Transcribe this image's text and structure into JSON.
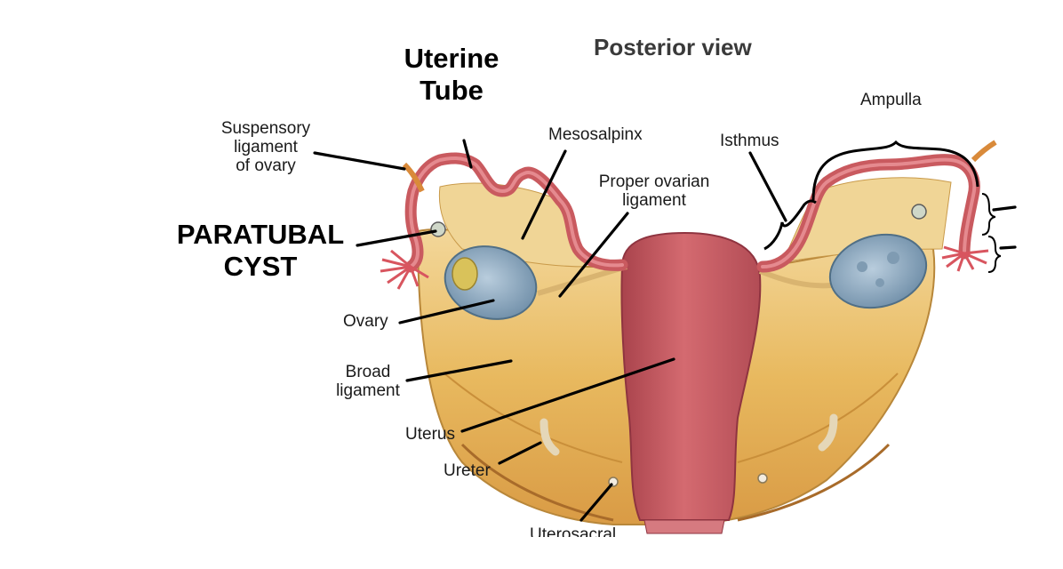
{
  "title": "Posterior view",
  "callouts": {
    "uterine_tube": [
      "Uterine",
      "Tube"
    ],
    "paratubal_cyst": [
      "PARATUBAL",
      "CYST"
    ]
  },
  "labels": {
    "suspensory": [
      "Suspensory",
      "ligament",
      "of ovary"
    ],
    "mesosalpinx": "Mesosalpinx",
    "proper_ovarian": [
      "Proper ovarian",
      "ligament"
    ],
    "isthmus": "Isthmus",
    "ampulla": "Ampulla",
    "ovary": "Ovary",
    "broad": [
      "Broad",
      "ligament"
    ],
    "uterus": "Uterus",
    "ureter": "Ureter",
    "uterosacral": "Uterosacral"
  },
  "colors": {
    "tube": "#c95a5f",
    "tube_dark": "#9e3a42",
    "uterus": "#c85c63",
    "ligament": "#e6b65c",
    "ligament_dark": "#c98f3a",
    "ovary": "#93aec3",
    "fimbriae": "#d8555f",
    "leader": "#000000"
  }
}
